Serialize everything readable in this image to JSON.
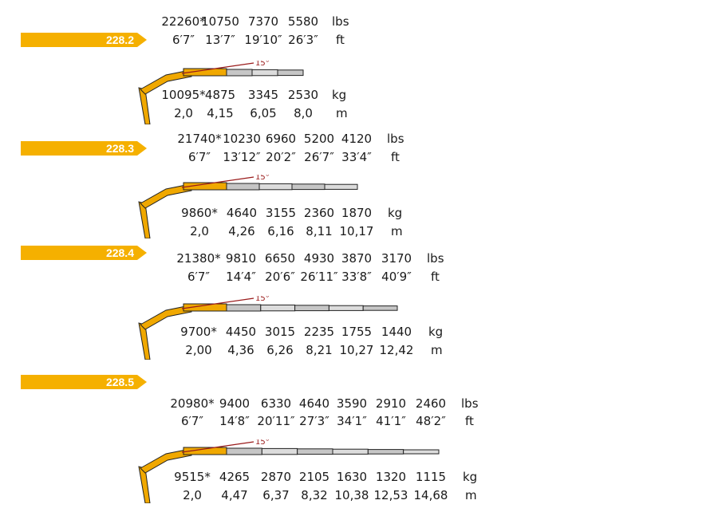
{
  "colors": {
    "accent": "#f5b000",
    "boom_yellow": "#f0a800",
    "steel": "#c6c6c6",
    "angle_line": "#9a1b1b"
  },
  "boom_angle_label": "15°",
  "models": [
    {
      "name": "228.2",
      "lbs": [
        "22260*",
        "10750",
        "7370",
        "5580"
      ],
      "ft": [
        "6′7″",
        "13′7″",
        "19′10″",
        "26′3″"
      ],
      "kg": [
        "10095*",
        "4875",
        "3345",
        "2530"
      ],
      "m": [
        "2,0",
        "4,15",
        "6,05",
        "8,0"
      ],
      "units": {
        "lbs": "lbs",
        "ft": "ft",
        "kg": "kg",
        "m": "m"
      }
    },
    {
      "name": "228.3",
      "lbs": [
        "21740*",
        "10230",
        "6960",
        "5200",
        "4120"
      ],
      "ft": [
        "6′7″",
        "13′12″",
        "20′2″",
        "26′7″",
        "33′4″"
      ],
      "kg": [
        "9860*",
        "4640",
        "3155",
        "2360",
        "1870"
      ],
      "m": [
        "2,0",
        "4,26",
        "6,16",
        "8,11",
        "10,17"
      ],
      "units": {
        "lbs": "lbs",
        "ft": "ft",
        "kg": "kg",
        "m": "m"
      }
    },
    {
      "name": "228.4",
      "lbs": [
        "21380*",
        "9810",
        "6650",
        "4930",
        "3870",
        "3170"
      ],
      "ft": [
        "6′7″",
        "14′4″",
        "20′6″",
        "26′11″",
        "33′8″",
        "40′9″"
      ],
      "kg": [
        "9700*",
        "4450",
        "3015",
        "2235",
        "1755",
        "1440"
      ],
      "m": [
        "2,00",
        "4,36",
        "6,26",
        "8,21",
        "10,27",
        "12,42"
      ],
      "units": {
        "lbs": "lbs",
        "ft": "ft",
        "kg": "kg",
        "m": "m"
      }
    },
    {
      "name": "228.5",
      "lbs": [
        "20980*",
        "9400",
        "6330",
        "4640",
        "3590",
        "2910",
        "2460"
      ],
      "ft": [
        "6′7″",
        "14′8″",
        "20′11″",
        "27′3″",
        "34′1″",
        "41′1″",
        "48′2″"
      ],
      "kg": [
        "9515*",
        "4265",
        "2870",
        "2105",
        "1630",
        "1320",
        "1115"
      ],
      "m": [
        "2,0",
        "4,47",
        "6,37",
        "8,32",
        "10,38",
        "12,53",
        "14,68"
      ],
      "units": {
        "lbs": "lbs",
        "ft": "ft",
        "kg": "kg",
        "m": "m"
      }
    }
  ]
}
